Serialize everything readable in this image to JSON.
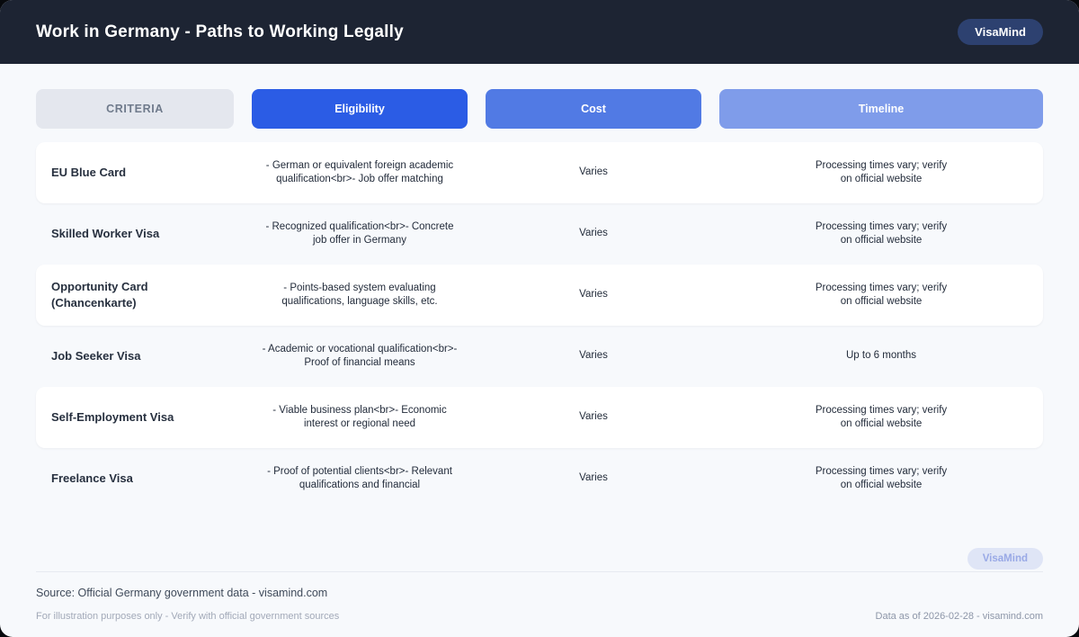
{
  "header": {
    "title": "Work in Germany - Paths to Working Legally",
    "brand": "VisaMind"
  },
  "columns": [
    {
      "label": "CRITERIA"
    },
    {
      "label": "Eligibility"
    },
    {
      "label": "Cost"
    },
    {
      "label": "Timeline"
    }
  ],
  "rows": [
    {
      "criteria": "EU Blue Card",
      "eligibility": "- German or equivalent foreign academic qualification<br>- Job offer matching",
      "cost": "Varies",
      "timeline": "Processing times vary; verify on official website"
    },
    {
      "criteria": "Skilled Worker Visa",
      "eligibility": "- Recognized qualification<br>- Concrete job offer in Germany",
      "cost": "Varies",
      "timeline": "Processing times vary; verify on official website"
    },
    {
      "criteria": "Opportunity Card (Chancenkarte)",
      "eligibility": "- Points-based system evaluating qualifications, language skills, etc.",
      "cost": "Varies",
      "timeline": "Processing times vary; verify on official website"
    },
    {
      "criteria": "Job Seeker Visa",
      "eligibility": "- Academic or vocational qualification<br>- Proof of financial means",
      "cost": "Varies",
      "timeline": "Up to 6 months"
    },
    {
      "criteria": "Self-Employment Visa",
      "eligibility": "- Viable business plan<br>- Economic interest or regional need",
      "cost": "Varies",
      "timeline": "Processing times vary; verify on official website"
    },
    {
      "criteria": "Freelance Visa",
      "eligibility": "- Proof of potential clients<br>- Relevant qualifications and financial",
      "cost": "Varies",
      "timeline": "Processing times vary; verify on official website"
    }
  ],
  "watermark": "VisaMind",
  "footer": {
    "source": "Source: Official Germany government data - visamind.com",
    "disclaimer": "For illustration purposes only - Verify with official government sources",
    "data_as_of": "Data as of 2026-02-28 - visamind.com"
  },
  "colors": {
    "header_bg": "#1d2433",
    "brand_badge_bg": "#2d4170",
    "page_bg": "#f7f9fc",
    "criteria_pill_bg": "#e4e7ee",
    "eligibility_pill_bg": "#2b5ce5",
    "cost_pill_bg": "#517ae4",
    "timeline_pill_bg": "#7f9cea",
    "row_card_bg": "#ffffff",
    "watermark_bg": "#dfe5f6",
    "watermark_text": "#99a9e6"
  }
}
